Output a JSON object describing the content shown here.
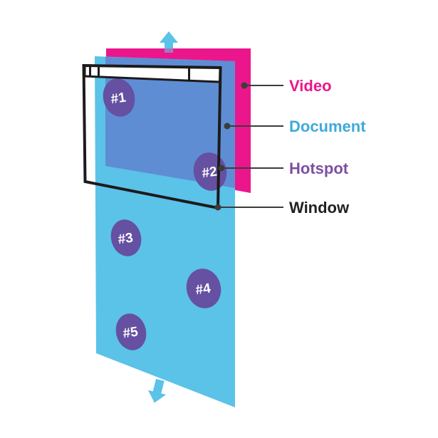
{
  "legend": {
    "items": [
      {
        "label": "Video",
        "color": "#EC168C"
      },
      {
        "label": "Document",
        "color": "#3FA9DC"
      },
      {
        "label": "Hotspot",
        "color": "#7C4FA3"
      },
      {
        "label": "Window",
        "color": "#242021"
      }
    ]
  },
  "hotspots": [
    {
      "label": "#1"
    },
    {
      "label": "#2"
    },
    {
      "label": "#3"
    },
    {
      "label": "#4"
    },
    {
      "label": "#5"
    }
  ],
  "icons": {
    "scroll_up": "up-arrow",
    "scroll_down": "down-arrow"
  },
  "colors": {
    "background": "#FFFFFF",
    "video_fill": "#EC168C",
    "document_fill": "#5BC2E8",
    "overlap_fill": "#5E8DD4",
    "hotspot_fill": "#6550A2",
    "hotspot_text": "#FFFFFF",
    "window_stroke": "#1D1A1B",
    "toolbar_fill": "#FFFFFF",
    "leader_line": "#3C3C3B",
    "arrow_fill": "#5BC2E8",
    "arrow_over_video_fill": "#9E7CBE"
  }
}
